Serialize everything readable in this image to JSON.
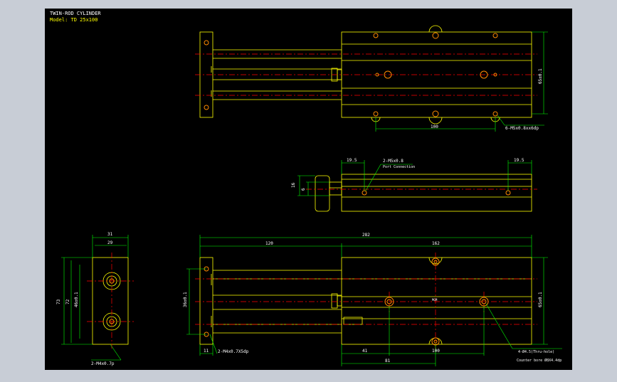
{
  "title": {
    "line1": "TWIN-ROD CYLINDER",
    "line2": "Model: TD 25x100"
  },
  "colors": {
    "frame": "#c8cdd6",
    "canvas": "#000000",
    "outline": "#ffff00",
    "centerline": "#ff0000",
    "dimension": "#00ff00",
    "text": "#ffffff",
    "hole": "#ff8a00"
  },
  "top_view": {
    "dim_height": "65±0.1",
    "dim_pitch": "100",
    "hole_callout": "6-M5x0.8xx6dp"
  },
  "middle_view": {
    "dim_left": "19.5",
    "dim_right": "19.5",
    "port_callout_1": "2-M5x0.8",
    "port_callout_2": "Port Connection",
    "dim_v1": "16",
    "dim_v2": "6"
  },
  "end_view": {
    "dim_width_outer": "31",
    "dim_width_inner": "29",
    "dim_h_total": "73",
    "dim_h_2": "72",
    "dim_h_3": "46±0.1",
    "hole_callout": "2-M4x0.7p"
  },
  "front_view": {
    "dim_total": "282",
    "dim_rod": "120",
    "dim_body": "162",
    "dim_left_v": "36±0.1",
    "dim_right_v": "65±0.1",
    "dim_41": "41",
    "dim_100": "100",
    "dim_81": "81",
    "dim_11": "11",
    "tap_callout": "2-M4x0.7X5dp",
    "hole_callout_1": "4-Ø4.5(Thru-hole)",
    "hole_callout_2": "Counter bore Ø8X4.4dp",
    "small_label": "MGM"
  }
}
